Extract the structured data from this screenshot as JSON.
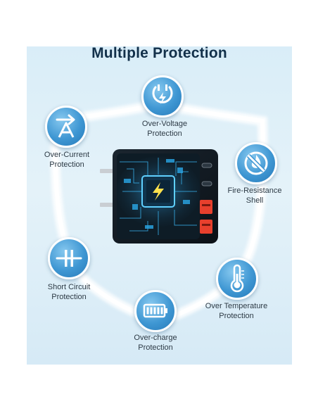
{
  "title": "Multiple Protection",
  "features": {
    "over_voltage": {
      "line1": "Over-Voltage",
      "line2": "Protection",
      "icon": "plug-bolt-icon"
    },
    "over_current": {
      "line1": "Over-Current",
      "line2": "Protection",
      "icon": "ampere-icon"
    },
    "fire_resistance": {
      "line1": "Fire-Resistance",
      "line2": "Shell",
      "icon": "no-fire-icon"
    },
    "short_circuit": {
      "line1": "Short Circuit",
      "line2": "Protection",
      "icon": "short-circuit-icon"
    },
    "over_temperature": {
      "line1": "Over Temperature",
      "line2": "Protection",
      "icon": "thermometer-icon"
    },
    "over_charge": {
      "line1": "Over-charge",
      "line2": "Protection",
      "icon": "battery-full-icon"
    }
  },
  "colors": {
    "accent": "#3f97d3",
    "title": "#12304a",
    "usb_a": "#e8402d",
    "background": "#dcedf7"
  }
}
